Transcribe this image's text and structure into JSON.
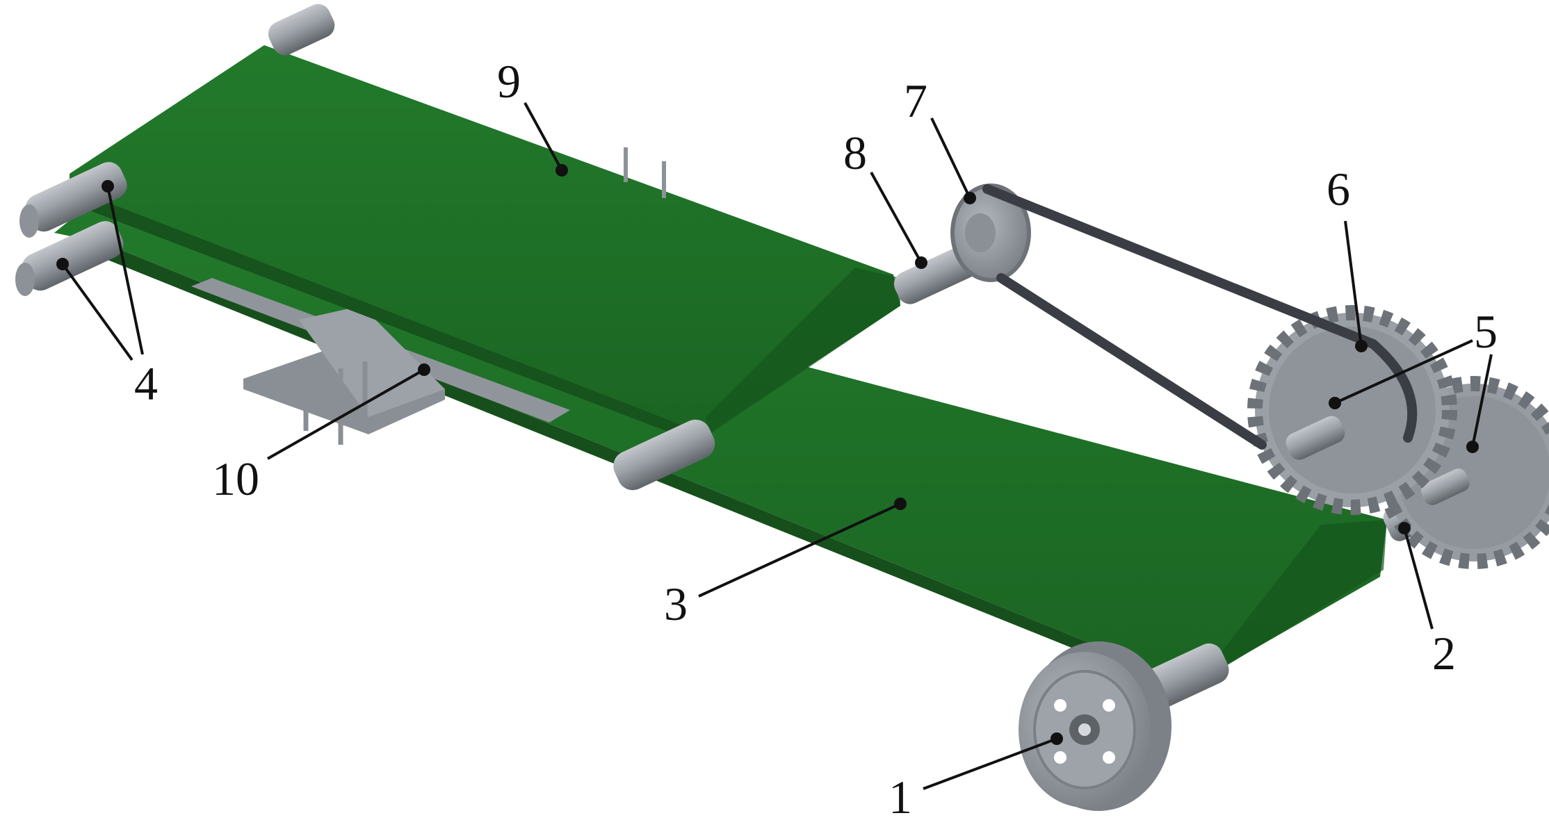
{
  "figure": {
    "callouts": [
      {
        "id": "c1",
        "text": "1"
      },
      {
        "id": "c2",
        "text": "2"
      },
      {
        "id": "c3",
        "text": "3"
      },
      {
        "id": "c4",
        "text": "4"
      },
      {
        "id": "c5",
        "text": "5"
      },
      {
        "id": "c6",
        "text": "6"
      },
      {
        "id": "c7",
        "text": "7"
      },
      {
        "id": "c8",
        "text": "8"
      },
      {
        "id": "c9",
        "text": "9"
      },
      {
        "id": "c10",
        "text": "10"
      }
    ]
  },
  "colors": {
    "belt_top": "#1f6d27",
    "belt_side": "#185a1f",
    "metal_light": "#a2a7ad",
    "metal_mid": "#858a90",
    "metal_dark": "#5f6469",
    "drive_belt": "#3a3e44",
    "leader_line": "#111111"
  }
}
